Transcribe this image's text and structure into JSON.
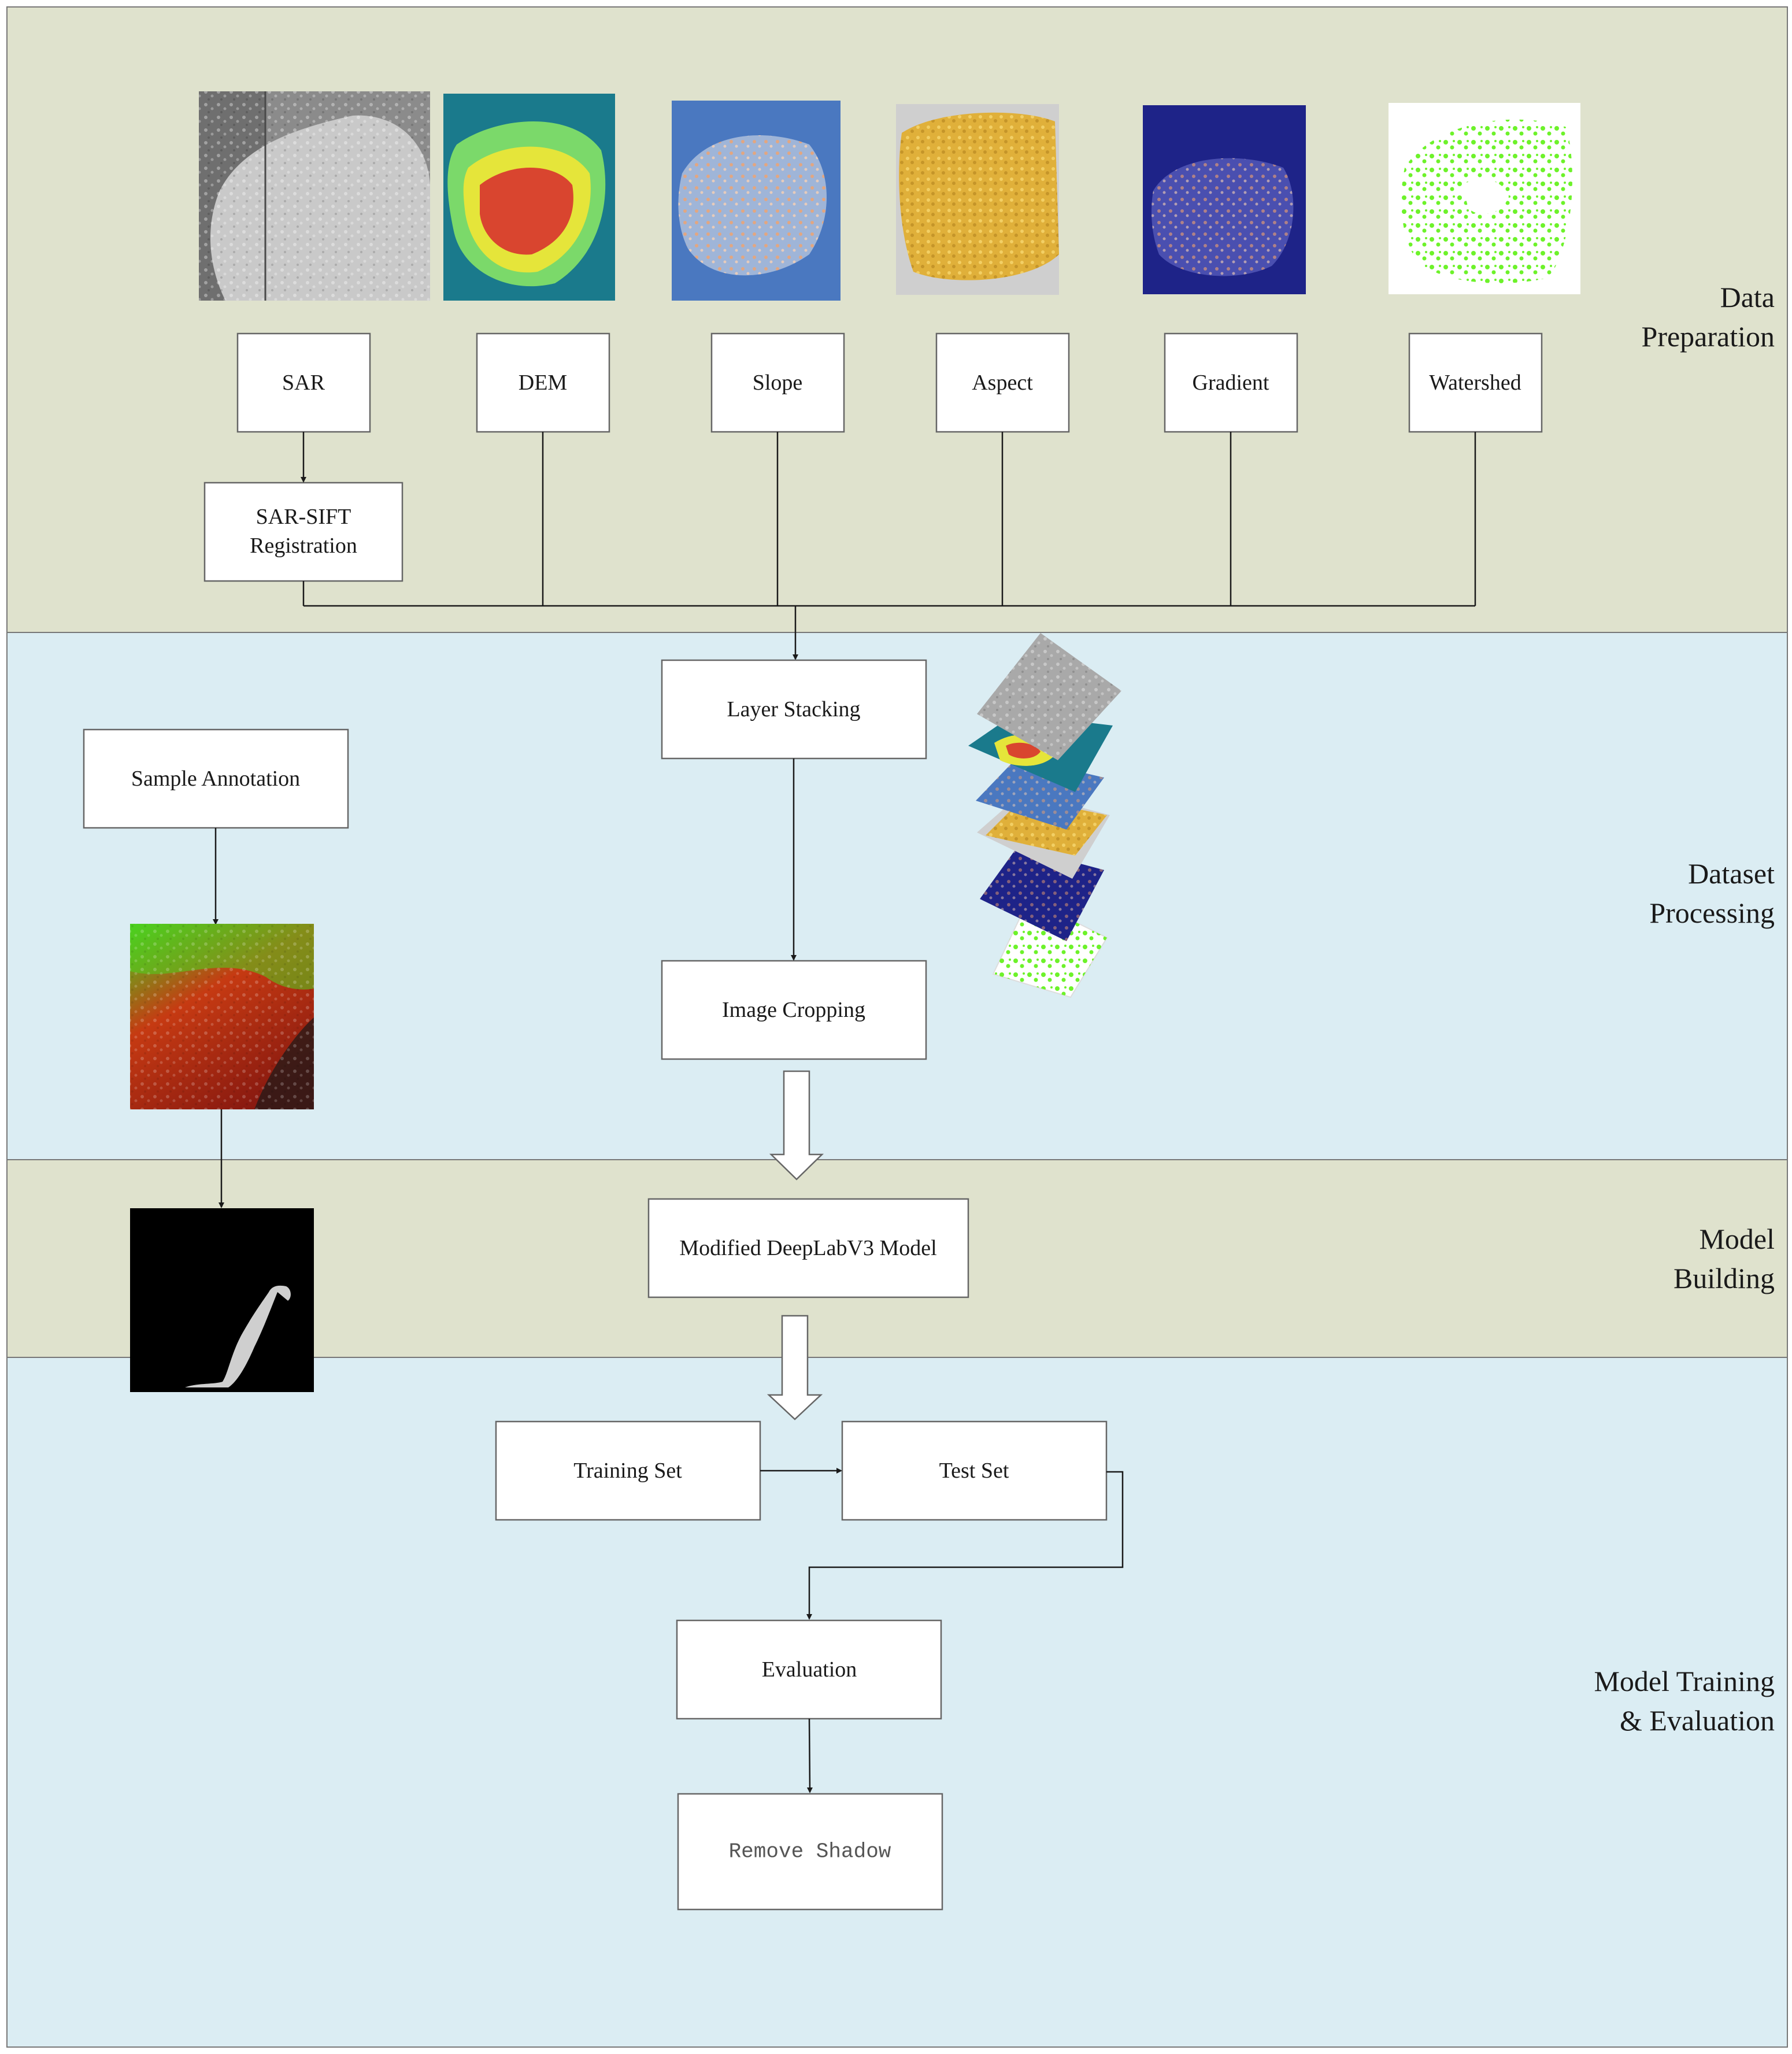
{
  "stages": {
    "data_preparation": [
      "Data",
      "Preparation"
    ],
    "dataset_processing": [
      "Dataset",
      "Processing"
    ],
    "model_building": [
      "Model",
      "Building"
    ],
    "model_training": [
      "Model Training",
      "& Evaluation"
    ]
  },
  "inputs": {
    "sar": "SAR",
    "dem": "DEM",
    "slope": "Slope",
    "aspect": "Aspect",
    "gradient": "Gradient",
    "watershed": "Watershed"
  },
  "registration": [
    "SAR-SIFT",
    "Registration"
  ],
  "steps": {
    "layer_stacking": "Layer Stacking",
    "sample_annotation": "Sample Annotation",
    "image_cropping": "Image Cropping",
    "model": "Modified DeepLabV3 Model",
    "training_set": "Training Set",
    "test_set": "Test Set",
    "evaluation": "Evaluation",
    "remove_shadow": "Remove Shadow"
  },
  "colors": {
    "band_olive": "#dfe2cd",
    "band_blue": "#dbedf3",
    "box_border": "#666666",
    "dem_teal": "#1a7a8c",
    "dem_red": "#d9452f",
    "slope_blue": "#4a78c0",
    "aspect_gold": "#e0b03a",
    "gradient_navy": "#1e2388",
    "watershed_green": "#6df22a"
  },
  "icons": [
    "sar-image-icon",
    "dem-image-icon",
    "slope-image-icon",
    "aspect-image-icon",
    "gradient-image-icon",
    "watershed-image-icon",
    "annotation-image-icon",
    "mask-image-icon",
    "layer-stack-icon"
  ]
}
